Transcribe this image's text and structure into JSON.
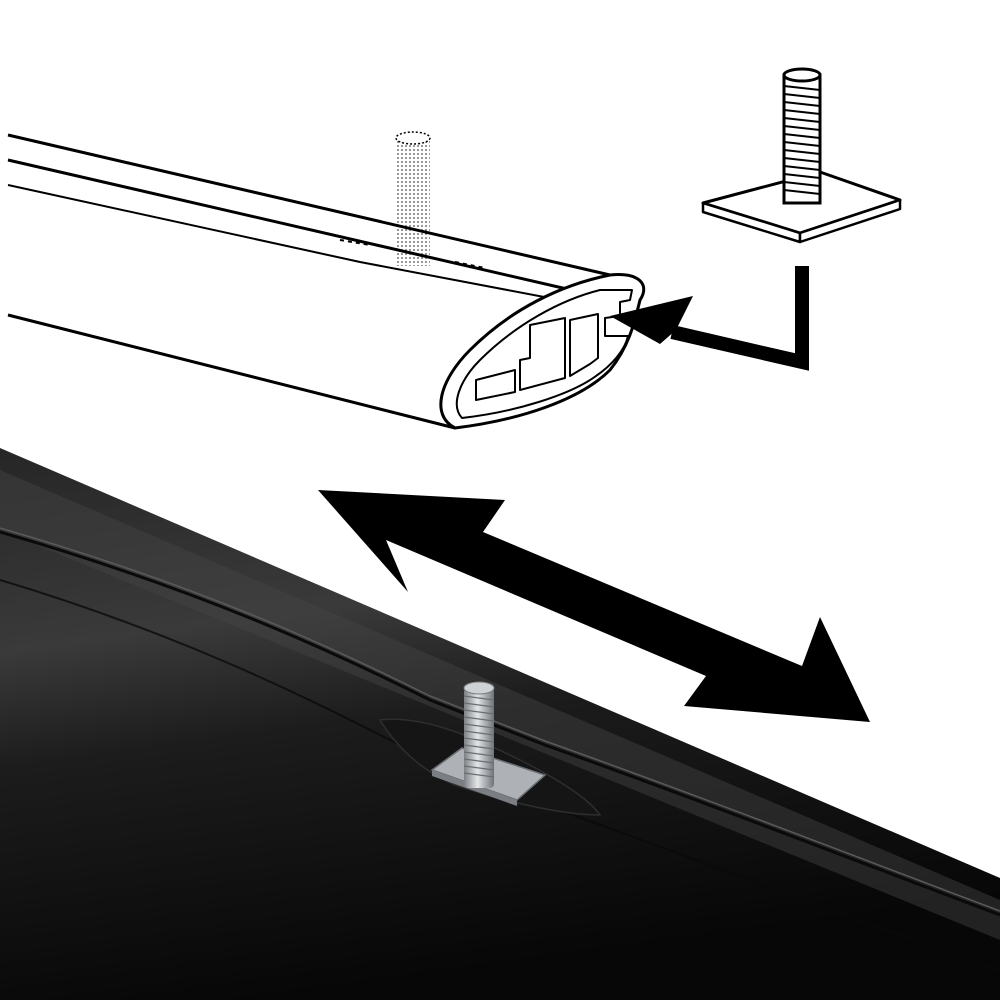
{
  "figure": {
    "background": "#ffffff",
    "ink": "#000000",
    "bar_colors": {
      "top": "#3a3a3a",
      "mid": "#1f1f1f",
      "dark": "#0a0a0a"
    },
    "bolt_color": "#b8bcc0"
  },
  "components": {
    "line_drawing": "crossbar-profile-drawing",
    "exploded_part": "t-bolt",
    "insert_arrow": "insert-arrow",
    "slide_arrow": "double-headed-arrow",
    "photo": "black-crossbar-photo"
  }
}
